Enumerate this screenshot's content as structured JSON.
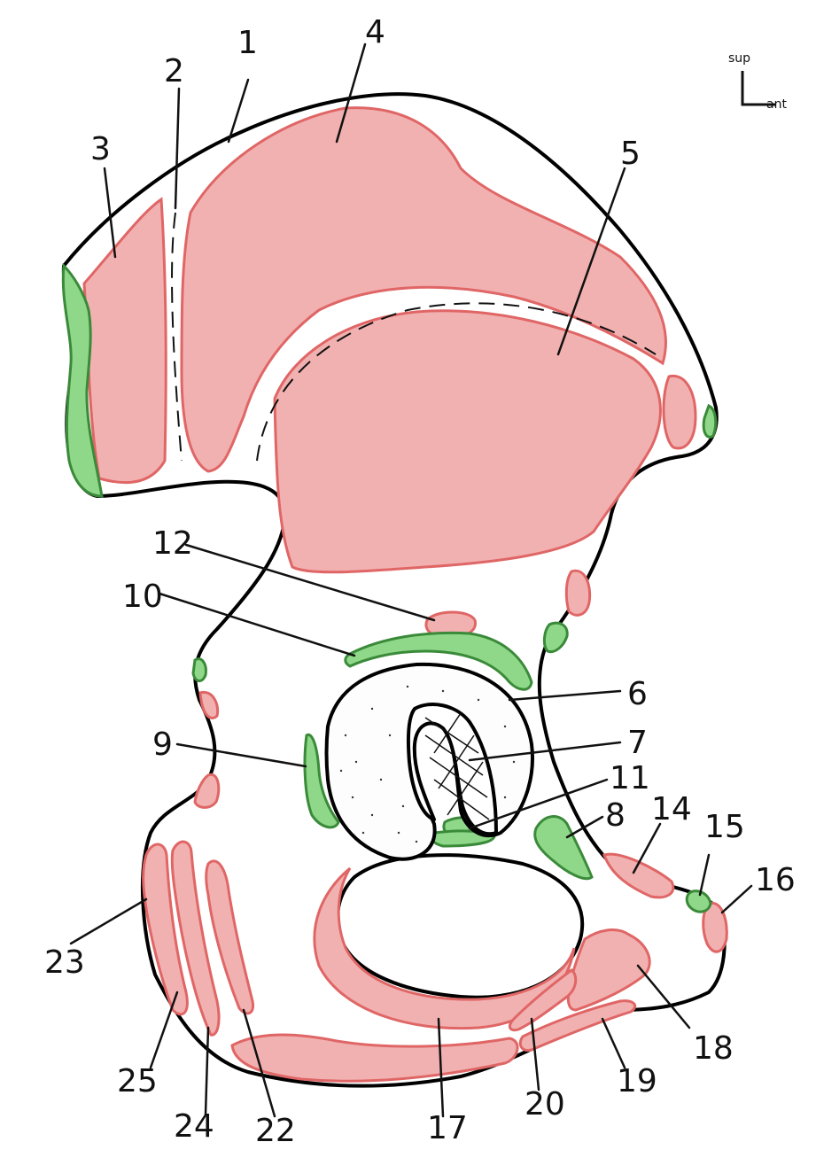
{
  "orientation": {
    "sup": "sup",
    "ant": "ant",
    "corner": "L"
  },
  "labels": [
    "1",
    "2",
    "3",
    "4",
    "5",
    "6",
    "7",
    "8",
    "9",
    "10",
    "11",
    "12",
    "14",
    "15",
    "16",
    "17",
    "18",
    "19",
    "20",
    "22",
    "23",
    "24",
    "25"
  ],
  "colors": {
    "muscle_fill": "#f2b1b1",
    "muscle_edge": "#e06666",
    "ligament_fill": "#8fd88a",
    "ligament_edge": "#3a8a3a",
    "outline": "#000000"
  }
}
